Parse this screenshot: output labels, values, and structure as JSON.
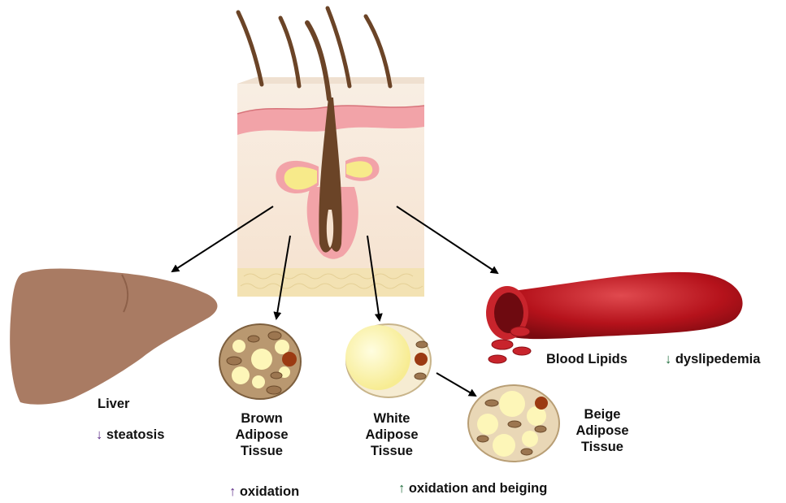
{
  "organs": {
    "liver": {
      "name": "Liver",
      "arrow": "↓",
      "effect": "steatosis"
    },
    "brown": {
      "line1": "Brown",
      "line2": "Adipose",
      "line3": "Tissue",
      "arrow": "↑",
      "effect": "oxidation"
    },
    "white": {
      "line1": "White",
      "line2": "Adipose",
      "line3": "Tissue",
      "arrow": "↑",
      "effect": "oxidation and beiging"
    },
    "beige": {
      "line1": "Beige",
      "line2": "Adipose",
      "line3": "Tissue"
    },
    "blood": {
      "name": "Blood Lipids",
      "arrow": "↓",
      "effect": "dyslipedemia"
    }
  },
  "colors": {
    "liver": "#a97b63",
    "skin": "#f9e6d3",
    "dermis_pink": "#f2a3a8",
    "hair": "#6b4427",
    "gland": "#f7ea8a",
    "brown_fat": "#b99870",
    "white_fat": "#fdf6b8",
    "mitochondria": "#9c7650",
    "vessel": "#b5121b",
    "arrow": "#000000"
  }
}
